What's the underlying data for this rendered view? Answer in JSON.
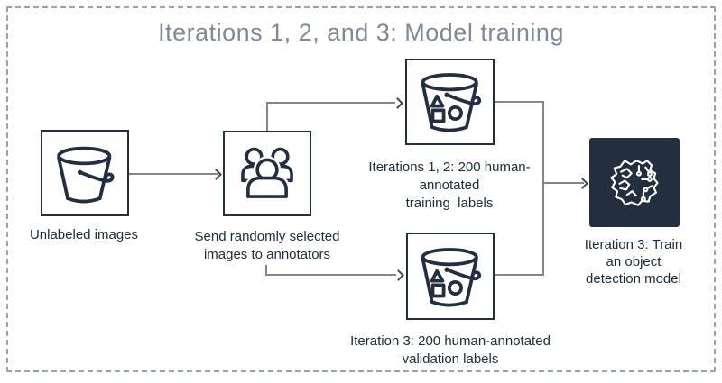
{
  "title": "Iterations 1, 2, and 3: Model training",
  "colors": {
    "navy": "#232f3e",
    "title_gray": "#7f8a96",
    "connector_gray": "#848484",
    "dashed_border_gray": "#9aa2aa",
    "label_navy": "#1c2b3a",
    "icon_white": "#ffffff"
  },
  "nodes": {
    "unlabeled_images": {
      "icon": "s3-bucket-icon",
      "label": "Unlabeled images"
    },
    "annotators": {
      "icon": "users-icon",
      "lines": [
        "Send randomly selected",
        "images to annotators"
      ]
    },
    "training_labels": {
      "icon": "s3-bucket-objects-icon",
      "lines": [
        "Iterations 1, 2: 200 human-",
        "annotated",
        "training  labels"
      ]
    },
    "validation_labels": {
      "icon": "s3-bucket-objects-icon",
      "lines": [
        "Iteration 3: 200 human-annotated",
        "validation labels"
      ]
    },
    "train_model": {
      "icon": "ml-model-brain-icon",
      "lines": [
        "Iteration 3: Train",
        "an object",
        "detection model"
      ]
    }
  }
}
